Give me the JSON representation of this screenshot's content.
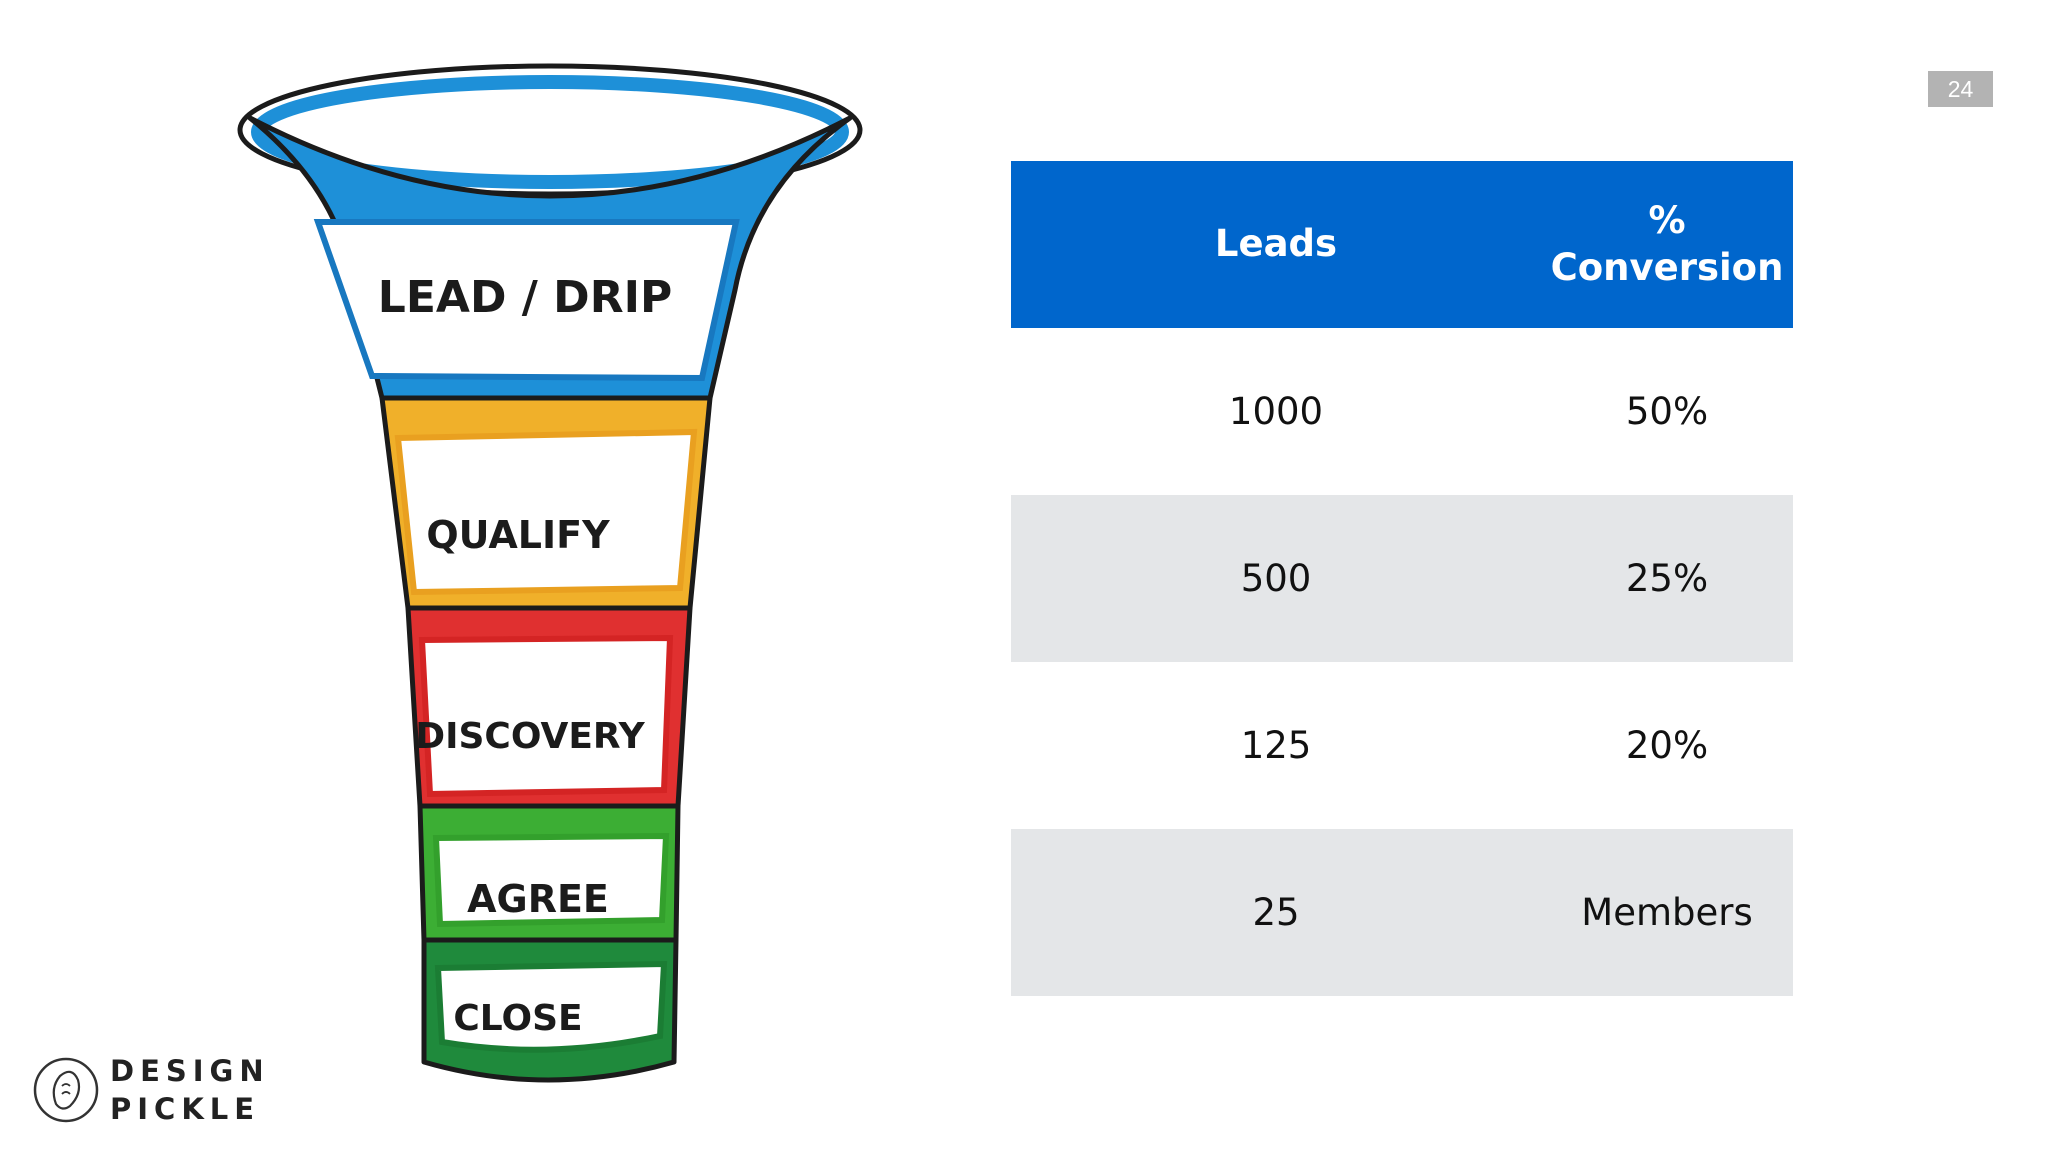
{
  "slide": {
    "page_number": "24"
  },
  "funnel": {
    "stages": [
      {
        "label": "LEAD / DRIP",
        "color": "#1e90d8"
      },
      {
        "label": "QUALIFY",
        "color": "#f0b02a"
      },
      {
        "label": "DISCOVERY",
        "color": "#e03030"
      },
      {
        "label": "AGREE",
        "color": "#3cae34"
      },
      {
        "label": "CLOSE",
        "color": "#1f8a3c"
      }
    ]
  },
  "table": {
    "header_color": "#0066cc",
    "headers": {
      "leads": "Leads",
      "conversion_line1": "%",
      "conversion_line2": "Conversion"
    },
    "rows": [
      {
        "leads": "1000",
        "conversion": "50%"
      },
      {
        "leads": "500",
        "conversion": "25%"
      },
      {
        "leads": "125",
        "conversion": "20%"
      },
      {
        "leads": "25",
        "conversion": "Members"
      }
    ]
  },
  "logo": {
    "line1": "DESIGN",
    "line2": "PICKLE"
  }
}
